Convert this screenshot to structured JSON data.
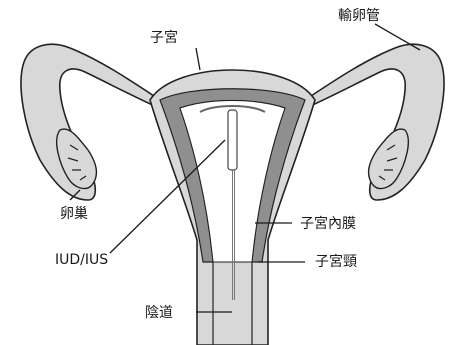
{
  "labels": {
    "uterus": "子宮",
    "fallopian_tube": "輸卵管",
    "ovary": "卵巢",
    "iud": "IUD/IUS",
    "endometrium": "子宮內膜",
    "cervix": "子宮頸",
    "vagina": "陰道"
  },
  "colors": {
    "tissue": "#d8d8d8",
    "lining": "#8f8f8f",
    "outline": "#222222",
    "background": "#ffffff"
  }
}
